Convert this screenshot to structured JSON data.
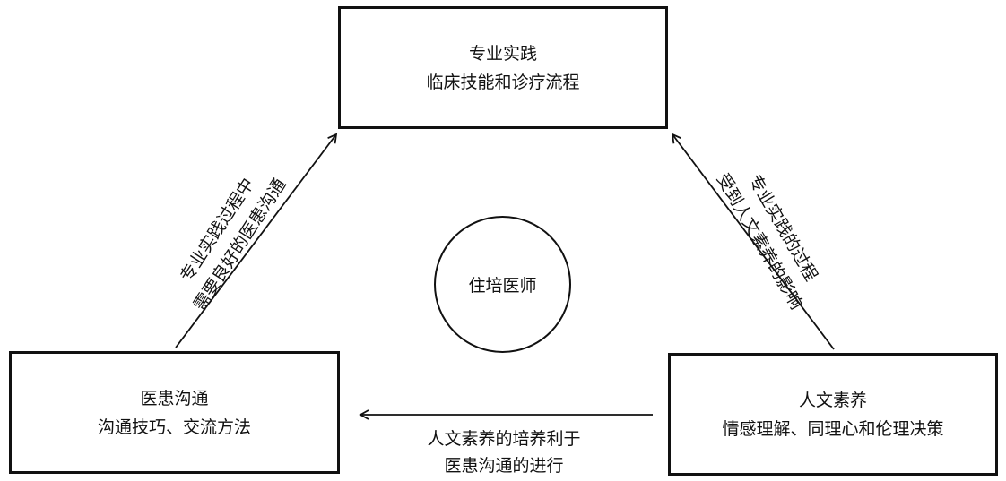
{
  "nodes": {
    "top": {
      "title": "专业实践",
      "subtitle": "临床技能和诊疗流程"
    },
    "left": {
      "title": "医患沟通",
      "subtitle": "沟通技巧、交流方法"
    },
    "right": {
      "title": "人文素养",
      "subtitle": "情感理解、同理心和伦理决策"
    },
    "center": {
      "label": "住培医师"
    }
  },
  "edges": {
    "left_to_top": {
      "line1": "专业实践过程中",
      "line2": "需要良好的医患沟通"
    },
    "right_to_top": {
      "line1": "专业实践的过程",
      "line2": "受到人文素养的影响"
    },
    "right_to_left": {
      "line1": "人文素养的培养利于",
      "line2": "医患沟通的进行"
    }
  }
}
